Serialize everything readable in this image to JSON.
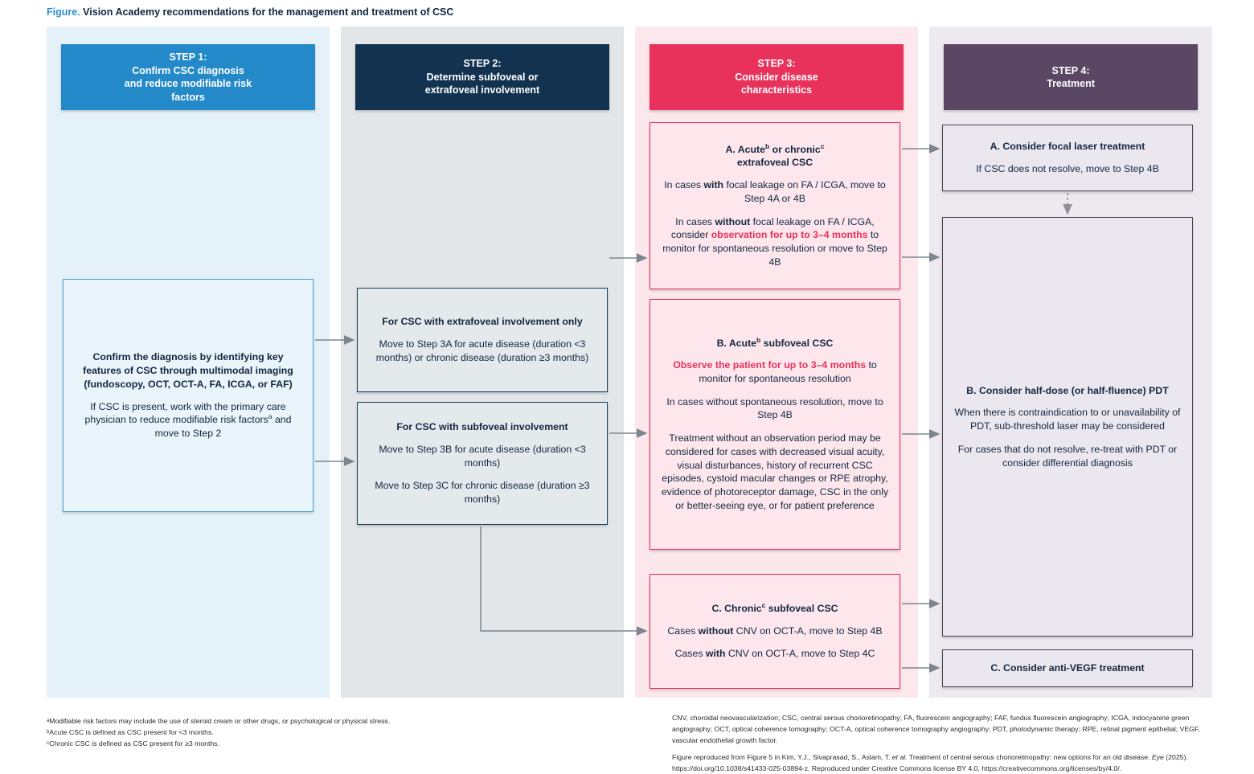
{
  "figure": {
    "label": "Figure.",
    "title": "Vision Academy recommendations for the management and treatment of CSC"
  },
  "colors": {
    "step1": "#2389c9",
    "step2": "#123250",
    "step3": "#e8315b",
    "step4": "#5b4763",
    "panel1_bg": "#e4f1f9",
    "panel2_bg": "#e2e6e8",
    "panel3_bg": "#fce7ec",
    "panel4_bg": "#ece9ef",
    "highlight_red": "#e8315b",
    "title_accent": "#2b8fd4"
  },
  "columns": [
    {
      "id": "step-1",
      "header": "STEP 1:\nConfirm CSC diagnosis and reduce modifiable risk factors",
      "header_lines": [
        "STEP 1:",
        "Confirm CSC diagnosis",
        "and reduce modifiable risk",
        "factors"
      ]
    },
    {
      "id": "step-2",
      "header": "STEP 2:\nDetermine subfoveal or extrafoveal involvement",
      "header_lines": [
        "STEP 2:",
        "Determine subfoveal or",
        "extrafoveal involvement"
      ]
    },
    {
      "id": "step-3",
      "header": "STEP 3:\nConsider disease characteristics",
      "header_lines": [
        "STEP 3:",
        "Consider disease",
        "characteristics"
      ]
    },
    {
      "id": "step-4",
      "header": "STEP 4:\nTreatment",
      "header_lines": [
        "STEP 4:",
        "Treatment"
      ]
    }
  ],
  "boxes": {
    "s1": {
      "heading": "Confirm the diagnosis by identifying key features of CSC through multimodal imaging (fundoscopy, OCT, OCT-A, FA, ICGA, or FAF)",
      "body": "If CSC is present, work with the primary care physician to reduce modifiable risk factorsᵃ and move to Step 2",
      "body_plain": "If CSC is present, work with the primary care physician to reduce modifiable risk factors (a) and move to Step 2",
      "footnote_marker": "a"
    },
    "s2a": {
      "heading": "For CSC with extrafoveal involvement only",
      "body": "Move to Step 3A for acute disease (duration <3 months) or chronic disease (duration ≥3 months)"
    },
    "s2b": {
      "heading": "For CSC with subfoveal involvement",
      "body1": "Move to Step 3B for acute disease (duration <3 months)",
      "body2": "Move to Step 3C for chronic disease (duration ≥3 months)"
    },
    "s3a": {
      "heading": "A. Acuteᵇ or chronicᶜ extrafoveal CSC",
      "heading_plain": "A. Acute (b) or chronic (c) extrafoveal CSC",
      "body1_pre": "In cases ",
      "body1_bold": "with",
      "body1_post": " focal leakage on FA / ICGA, move to Step 4A or 4B",
      "body2_pre": "In cases ",
      "body2_bold": "without",
      "body2_mid": " focal leakage on FA / ICGA, consider ",
      "body2_red": "observation for up to 3–4 months",
      "body2_post": " to monitor for spontaneous resolution or move to Step 4B"
    },
    "s3b": {
      "heading": "B. Acuteᵇ subfoveal CSC",
      "heading_plain": "B. Acute (b) subfoveal CSC",
      "body1_red": "Observe the patient for up to 3–4 months",
      "body1_post": " to monitor for spontaneous resolution",
      "body2": "In cases without spontaneous resolution, move to Step 4B",
      "body3": "Treatment without an observation period may be considered for cases with decreased visual acuity, visual disturbances, history of recurrent CSC episodes, cystoid macular changes or RPE atrophy, evidence of photoreceptor damage, CSC in the only or better-seeing eye, or for patient preference"
    },
    "s3c": {
      "heading": "C. Chronicᶜ subfoveal CSC",
      "heading_plain": "C. Chronic (c) subfoveal CSC",
      "body1_pre": "Cases ",
      "body1_bold": "without",
      "body1_post": " CNV on OCT-A, move to Step 4B",
      "body2_pre": "Cases ",
      "body2_bold": "with",
      "body2_post": " CNV on OCT-A, move to Step 4C"
    },
    "s4a": {
      "heading": "A. Consider focal laser treatment",
      "body": "If CSC does not resolve, move to Step 4B"
    },
    "s4b": {
      "heading": "B. Consider half-dose (or half-fluence) PDT",
      "body1": "When there is contraindication to or unavailability of PDT, sub-threshold laser may be considered",
      "body2": "For cases that do not resolve, re-treat with PDT or consider differential diagnosis"
    },
    "s4c": {
      "heading": "C. Consider anti-VEGF treatment"
    }
  },
  "footnotes": {
    "left": [
      "ᵃModifiable risk factors may include the use of steroid cream or other drugs, or psychological or physical stress.",
      "ᵇAcute CSC is defined as CSC present for <3 months.",
      "ᶜChronic CSC is defined as CSC present for ≥3 months."
    ],
    "right_abbrev": "CNV, choroidal neovascularization; CSC, central serous chorioretinopathy; FA, fluorescein angiography; FAF, fundus fluorescein angiography; ICGA, indocyanine green angiography; OCT, optical coherence tomography; OCT-A, optical coherence tomography angiography; PDT, photodynamic therapy; RPE, retinal pigment epithelial; VEGF, vascular endothelial growth factor.",
    "right_credit_1": "Figure reproduced from Figure 5 in Kim, Y.J., Sivaprasad, S., Aslam, T. ",
    "right_credit_italic1": "et al.",
    "right_credit_2": " Treatment of central serous chorioretinopathy: new options for an old disease. ",
    "right_credit_italic2": "Eye",
    "right_credit_3": " (2025).",
    "right_credit_4": "https://doi.org/10.1038/s41433-025-03894-z. Reproduced under Creative Commons license BY 4.0, https://creativecommons.org/licenses/by/4.0/."
  }
}
